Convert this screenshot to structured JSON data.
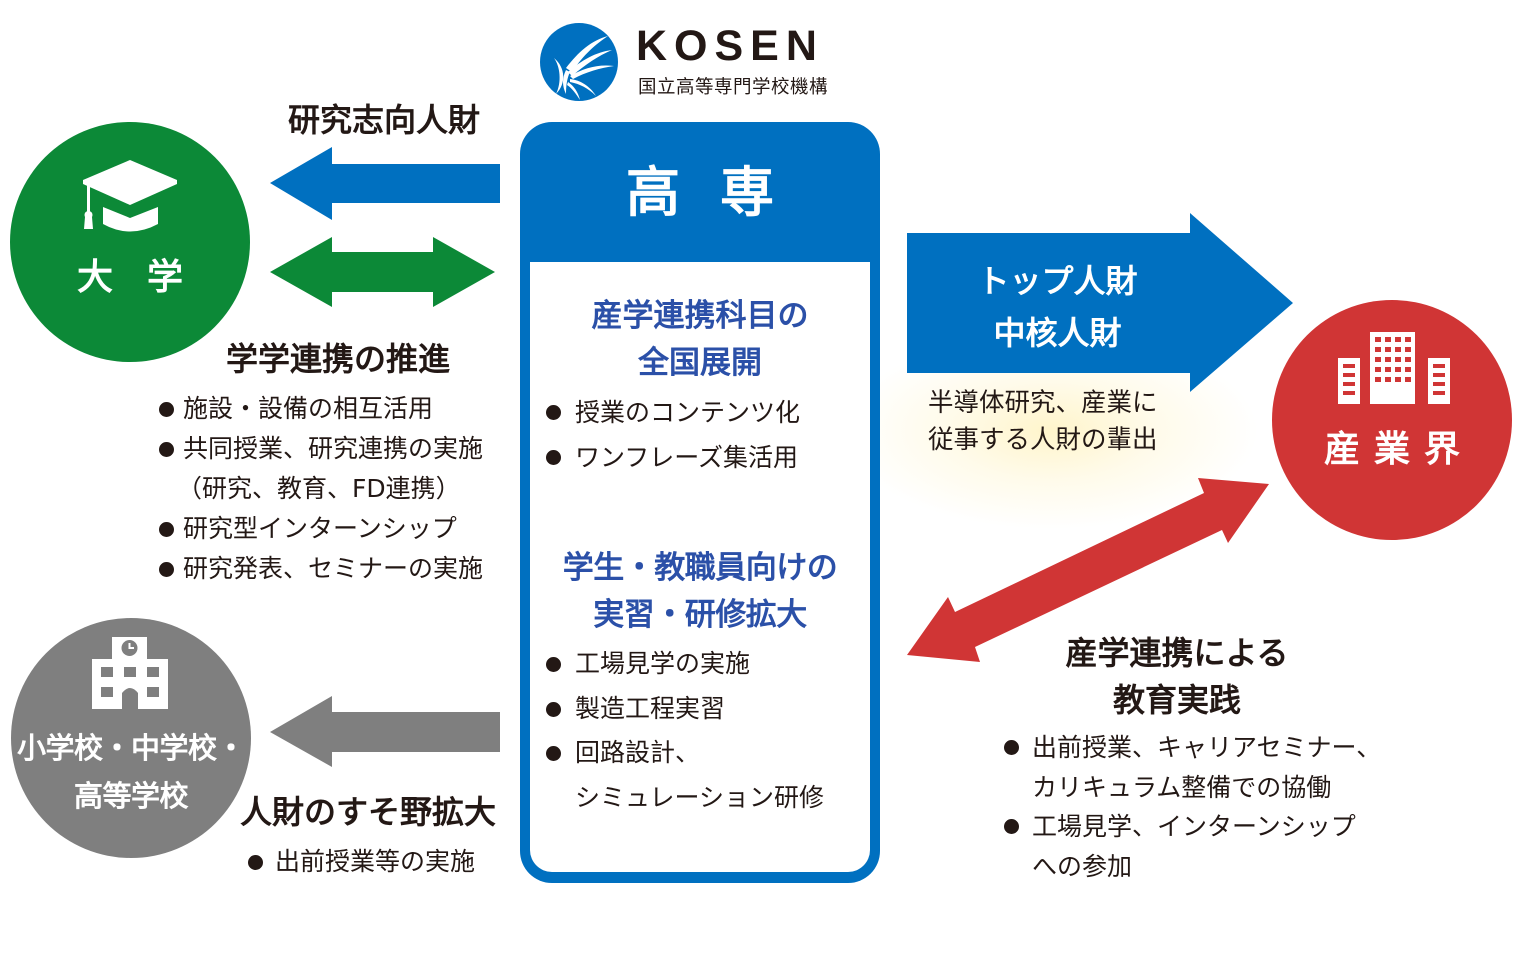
{
  "logo": {
    "wordmark": "KOSEN",
    "subtitle": "国立高等専門学校機構"
  },
  "palette": {
    "kosen_blue": "#0070C0",
    "university_green": "#0C8937",
    "school_gray": "#7F7F7F",
    "industry_red": "#D03535",
    "heading_navy": "#2B50A8",
    "text": "#231815"
  },
  "university": {
    "label": "大学",
    "icon": "graduation-cap-icon"
  },
  "university_flow": {
    "to_university_label": "研究志向人財"
  },
  "inter_academic": {
    "title": "学学連携の推進",
    "items": [
      {
        "lines": [
          "施設・設備の相互活用"
        ]
      },
      {
        "lines": [
          "共同授業、研究連携の実施",
          "（研究、教育、FD連携）"
        ]
      },
      {
        "lines": [
          "研究型インターンシップ"
        ]
      },
      {
        "lines": [
          "研究発表、セミナーの実施"
        ]
      }
    ]
  },
  "schools": {
    "label_lines": [
      "小学校・中学校・",
      "高等学校"
    ],
    "icon": "school-building-icon"
  },
  "outreach": {
    "title": "人財のすそ野拡大",
    "items": [
      {
        "lines": [
          "出前授業等の実施"
        ]
      }
    ]
  },
  "kosen": {
    "title": "高専",
    "sections": [
      {
        "title_lines": [
          "産学連携科目の",
          "全国展開"
        ],
        "items": [
          {
            "lines": [
              "授業のコンテンツ化"
            ]
          },
          {
            "lines": [
              "ワンフレーズ集活用"
            ]
          }
        ]
      },
      {
        "title_lines": [
          "学生・教職員向けの",
          "実習・研修拡大"
        ],
        "items": [
          {
            "lines": [
              "工場見学の実施"
            ]
          },
          {
            "lines": [
              "製造工程実習"
            ]
          },
          {
            "lines": [
              "回路設計、",
              "シミュレーション研修"
            ]
          }
        ]
      }
    ]
  },
  "industry_flow": {
    "arrow_lines": [
      "トップ人財",
      "中核人財"
    ],
    "caption_lines": [
      "半導体研究、産業に",
      "従事する人財の輩出"
    ]
  },
  "industry": {
    "label": "産業界",
    "icon": "office-buildings-icon"
  },
  "industry_academic": {
    "title_lines": [
      "産学連携による",
      "教育実践"
    ],
    "items": [
      {
        "lines": [
          "出前授業、キャリアセミナー、",
          "カリキュラム整備での協働"
        ]
      },
      {
        "lines": [
          "工場見学、インターンシップ",
          "への参加"
        ]
      }
    ]
  }
}
